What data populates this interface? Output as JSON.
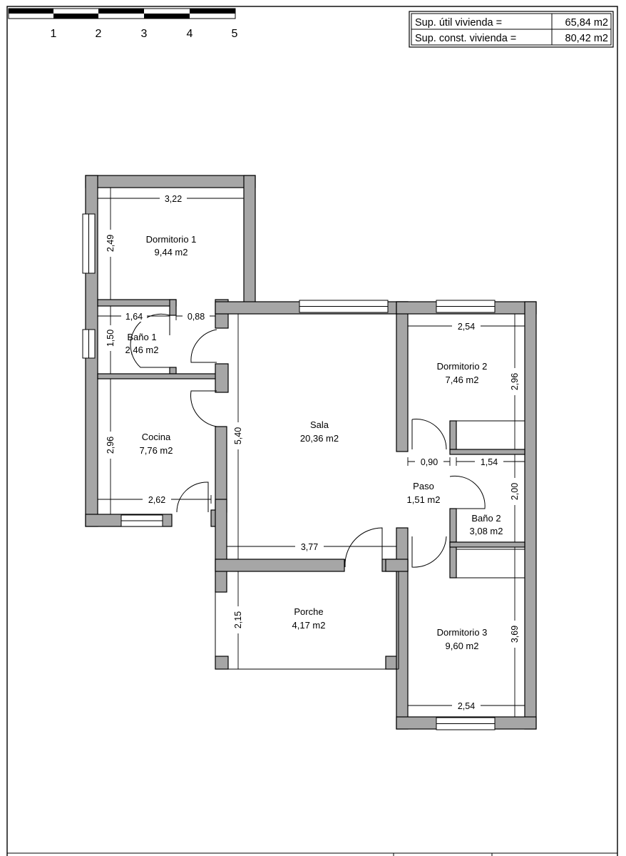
{
  "scale": {
    "ticks": [
      "1",
      "2",
      "3",
      "4",
      "5"
    ]
  },
  "summary": [
    {
      "label": "Sup. útil vivienda =",
      "value": "65,84 m2"
    },
    {
      "label": "Sup. const. vivienda =",
      "value": "80,42 m2"
    }
  ],
  "rooms": {
    "dormitorio1": {
      "name": "Dormitorio 1",
      "area": "9,44 m2"
    },
    "bano1": {
      "name": "Baño 1",
      "area": "2,46 m2"
    },
    "cocina": {
      "name": "Cocina",
      "area": "7,76 m2"
    },
    "sala": {
      "name": "Sala",
      "area": "20,36 m2"
    },
    "porche": {
      "name": "Porche",
      "area": "4,17 m2"
    },
    "dormitorio2": {
      "name": "Dormitorio 2",
      "area": "7,46 m2"
    },
    "paso": {
      "name": "Paso",
      "area": "1,51 m2"
    },
    "bano2": {
      "name": "Baño 2",
      "area": "3,08 m2"
    },
    "dormitorio3": {
      "name": "Dormitorio 3",
      "area": "9,60 m2"
    }
  },
  "dims": {
    "d1_width": "3,22",
    "d1_height": "2,49",
    "b1_width": "1,64",
    "hall_width": "0,88",
    "b1_height": "1,50",
    "cocina_height": "2,96",
    "cocina_width": "2,62",
    "sala_height": "5,40",
    "sala_width": "3,77",
    "porche_height": "2,15",
    "d2_width": "2,54",
    "d2_height": "2,96",
    "paso_width": "0,90",
    "b2_width": "1,54",
    "b2_height": "2,00",
    "d3_height": "3,69",
    "d3_width": "2,54"
  }
}
